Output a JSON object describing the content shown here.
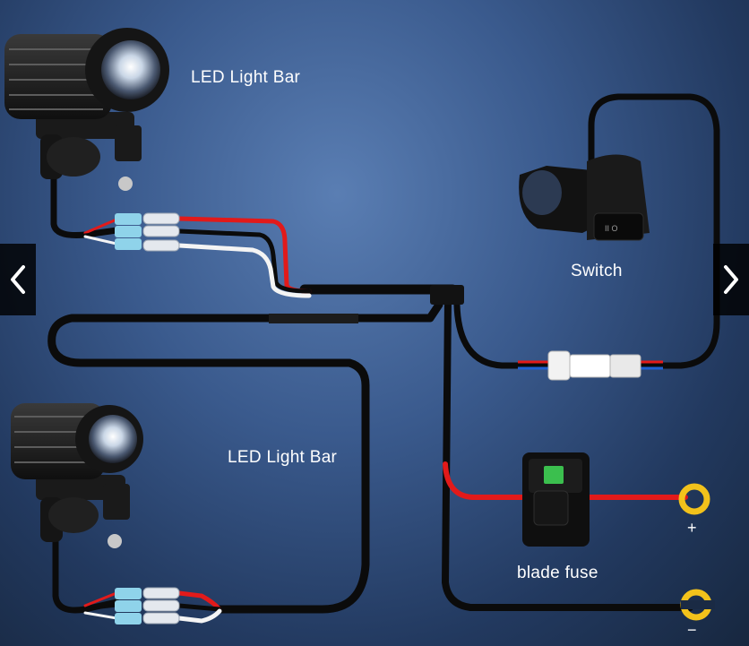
{
  "labels": {
    "light_bar_top": "LED Light Bar",
    "light_bar_bottom": "LED Light Bar",
    "switch": "Switch",
    "fuse": "blade fuse",
    "positive": "+",
    "negative": "−"
  },
  "switch_marks": "II  O",
  "nav": {
    "prev_icon": "chevron-left-icon",
    "next_icon": "chevron-right-icon"
  },
  "colors": {
    "wire_black": "#0b0b0b",
    "wire_red": "#e21a1a",
    "wire_white": "#f4f4f4",
    "connector_blue": "#8fd3ea",
    "ring_terminal": "#f2c21b"
  }
}
